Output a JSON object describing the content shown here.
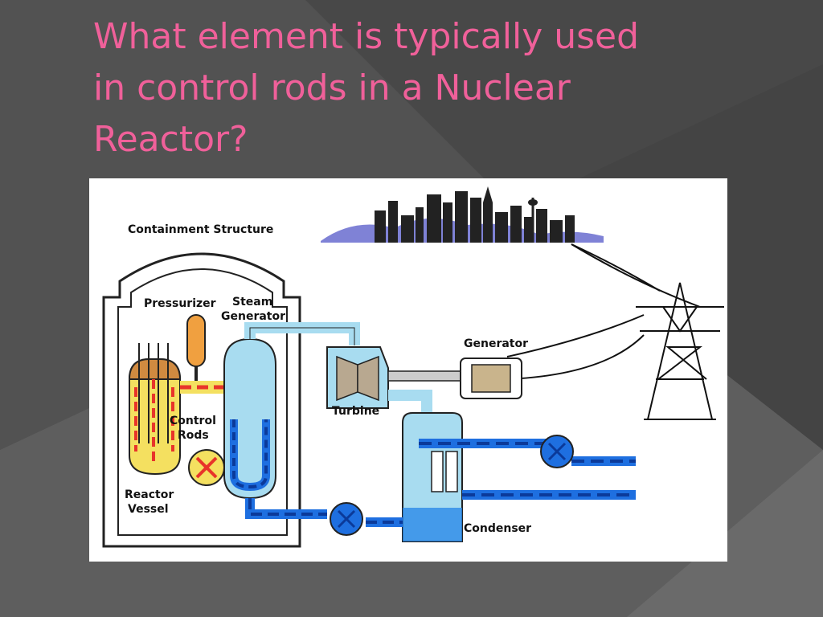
{
  "slide": {
    "title_lines": [
      "What element is typically used",
      "in control rods in a Nuclear",
      "Reactor?"
    ]
  },
  "diagram": {
    "labels": {
      "containment": "Containment Structure",
      "pressurizer": "Pressurizer",
      "steam_1": "Steam",
      "steam_2": "Generator",
      "generator": "Generator",
      "turbine": "Turbine",
      "control_1": "Control",
      "control_2": "Rods",
      "reactor_1": "Reactor",
      "reactor_2": "Vessel",
      "condenser": "Condenser"
    }
  },
  "colors": {
    "title": "#f0609a",
    "background": "#4a4a4a",
    "hot_loop": "#e8342a",
    "cold_loop": "#1e6fe0",
    "steam": "#a8dcf0"
  }
}
